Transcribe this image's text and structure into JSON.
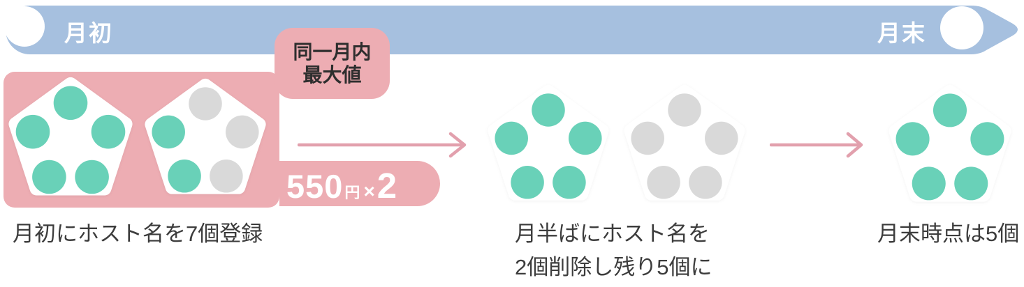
{
  "timeline": {
    "start_label": "月初",
    "end_label": "月末"
  },
  "max_badge": {
    "line1": "同一月内",
    "line2": "最大値"
  },
  "price_badge": {
    "amount": "550",
    "unit": "円",
    "times": "×",
    "count": "2"
  },
  "colors": {
    "bar": "#a6c0df",
    "pink": "#edadb3",
    "active_dot": "#69d1b8",
    "inactive_dot": "#d9d9d9",
    "arrow": "#e2a0ad",
    "caption": "#3c3c3c",
    "badge_text": "#2e2e2e"
  },
  "stages": [
    {
      "caption_line1": "月初にホスト名を7個登録",
      "caption_line2": "",
      "pentagons": [
        {
          "dots": [
            "active",
            "active",
            "active",
            "active",
            "active"
          ]
        },
        {
          "dots": [
            "inactive",
            "active",
            "inactive",
            "active",
            "inactive"
          ]
        }
      ]
    },
    {
      "caption_line1": "月半ばにホスト名を",
      "caption_line2": "2個削除し残り5個に",
      "pentagons": [
        {
          "dots": [
            "active",
            "active",
            "active",
            "active",
            "active"
          ]
        },
        {
          "dots": [
            "inactive",
            "inactive",
            "inactive",
            "inactive",
            "inactive"
          ]
        }
      ]
    },
    {
      "caption_line1": "月末時点は5個",
      "caption_line2": "",
      "pentagons": [
        {
          "dots": [
            "active",
            "active",
            "active",
            "active",
            "active"
          ]
        }
      ]
    }
  ]
}
